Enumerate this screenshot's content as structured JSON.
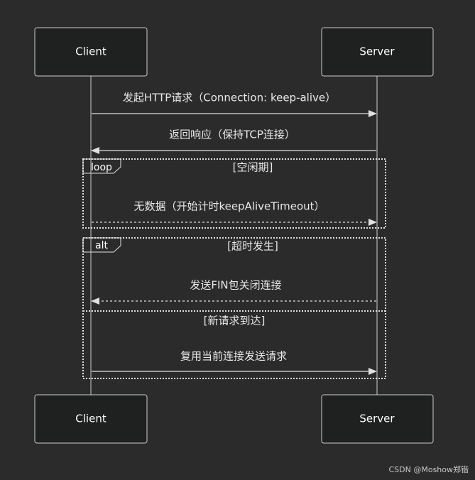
{
  "participants": {
    "client": "Client",
    "server": "Server"
  },
  "messages": [
    {
      "text": "发起HTTP请求（Connection: keep-alive）"
    },
    {
      "text": "返回响应（保持TCP连接）"
    },
    {
      "text": "无数据（开始计时keepAliveTimeout）"
    },
    {
      "text": "发送FIN包关闭连接"
    },
    {
      "text": "复用当前连接发送请求"
    }
  ],
  "frames": {
    "loop": {
      "label": "loop",
      "condition": "[空闲期]"
    },
    "alt": {
      "label": "alt",
      "condition": "[超时发生]",
      "else_condition": "[新请求到达]"
    }
  },
  "watermark": "CSDN @Moshow郑锴"
}
